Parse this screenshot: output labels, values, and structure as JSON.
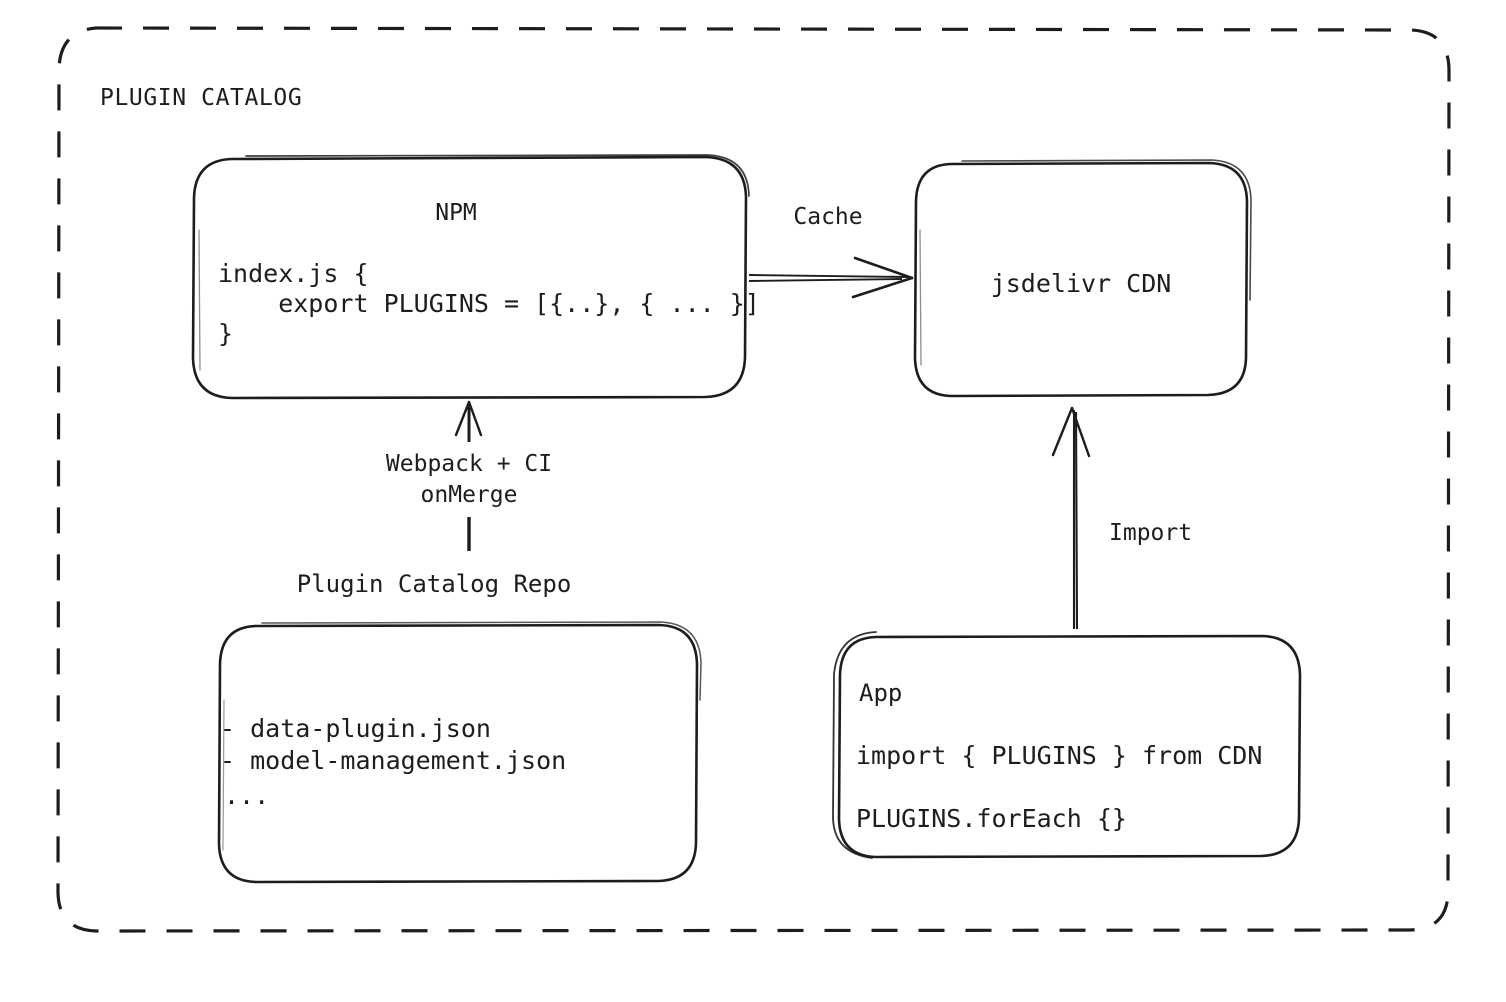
{
  "diagram": {
    "group": {
      "title": "PLUGIN CATALOG",
      "border_style": "dashed",
      "color": "#1d1d1d"
    },
    "nodes": [
      {
        "id": "npm",
        "title": "NPM",
        "code_lines": [
          "index.js {",
          "    export PLUGINS = [{..}, { ... }]",
          "}"
        ]
      },
      {
        "id": "cdn",
        "title": "jsdelivr CDN"
      },
      {
        "id": "repo",
        "lines": [
          "- data-plugin.json",
          "- model-management.json",
          "..."
        ]
      },
      {
        "id": "app",
        "title": "App",
        "code_lines": [
          "import { PLUGINS } from CDN",
          "PLUGINS.forEach {}"
        ]
      }
    ],
    "edges": [
      {
        "id": "npm-to-cdn",
        "label": "Cache",
        "from": "npm",
        "to": "cdn",
        "direction": "right"
      },
      {
        "id": "repo-to-npm",
        "label_line1": "Webpack + CI",
        "label_line2": "onMerge",
        "from": "repo",
        "to": "npm",
        "direction": "up"
      },
      {
        "id": "app-to-cdn",
        "label": "Import",
        "from": "app",
        "to": "cdn",
        "direction": "up"
      }
    ],
    "free_labels": [
      {
        "id": "repo-caption",
        "text": "Plugin Catalog Repo"
      }
    ]
  }
}
